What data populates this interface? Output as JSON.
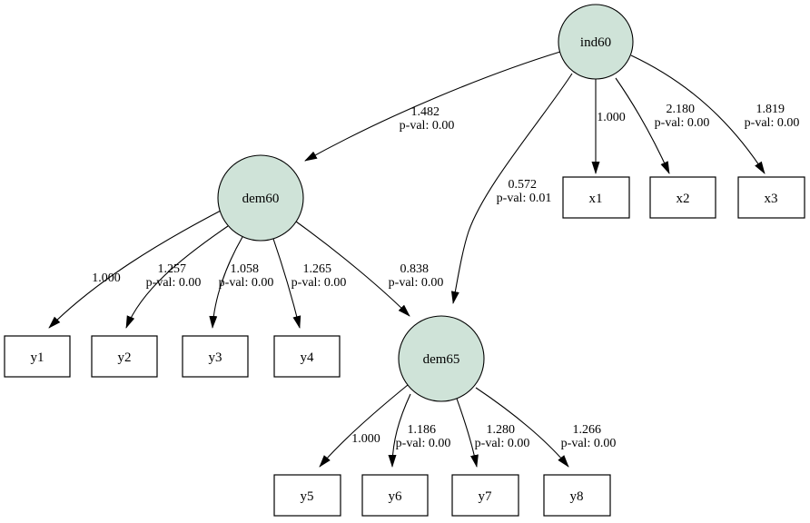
{
  "diagram": {
    "type": "sem-path-diagram",
    "colors": {
      "latent_fill": "#cfe3d8",
      "node_stroke": "#000000",
      "edge_stroke": "#000000",
      "background": "#ffffff"
    },
    "nodes": [
      {
        "id": "ind60",
        "type": "latent",
        "label": "ind60"
      },
      {
        "id": "dem60",
        "type": "latent",
        "label": "dem60"
      },
      {
        "id": "dem65",
        "type": "latent",
        "label": "dem65"
      },
      {
        "id": "x1",
        "type": "observed",
        "label": "x1"
      },
      {
        "id": "x2",
        "type": "observed",
        "label": "x2"
      },
      {
        "id": "x3",
        "type": "observed",
        "label": "x3"
      },
      {
        "id": "y1",
        "type": "observed",
        "label": "y1"
      },
      {
        "id": "y2",
        "type": "observed",
        "label": "y2"
      },
      {
        "id": "y3",
        "type": "observed",
        "label": "y3"
      },
      {
        "id": "y4",
        "type": "observed",
        "label": "y4"
      },
      {
        "id": "y5",
        "type": "observed",
        "label": "y5"
      },
      {
        "id": "y6",
        "type": "observed",
        "label": "y6"
      },
      {
        "id": "y7",
        "type": "observed",
        "label": "y7"
      },
      {
        "id": "y8",
        "type": "observed",
        "label": "y8"
      }
    ],
    "edges": [
      {
        "from": "ind60",
        "to": "dem60",
        "coef": "1.482",
        "pval": "p-val: 0.00"
      },
      {
        "from": "ind60",
        "to": "dem65",
        "coef": "0.572",
        "pval": "p-val: 0.01"
      },
      {
        "from": "ind60",
        "to": "x1",
        "coef": "1.000",
        "pval": ""
      },
      {
        "from": "ind60",
        "to": "x2",
        "coef": "2.180",
        "pval": "p-val: 0.00"
      },
      {
        "from": "ind60",
        "to": "x3",
        "coef": "1.819",
        "pval": "p-val: 0.00"
      },
      {
        "from": "dem60",
        "to": "y1",
        "coef": "1.000",
        "pval": ""
      },
      {
        "from": "dem60",
        "to": "y2",
        "coef": "1.257",
        "pval": "p-val: 0.00"
      },
      {
        "from": "dem60",
        "to": "y3",
        "coef": "1.058",
        "pval": "p-val: 0.00"
      },
      {
        "from": "dem60",
        "to": "y4",
        "coef": "1.265",
        "pval": "p-val: 0.00"
      },
      {
        "from": "dem60",
        "to": "dem65",
        "coef": "0.838",
        "pval": "p-val: 0.00"
      },
      {
        "from": "dem65",
        "to": "y5",
        "coef": "1.000",
        "pval": ""
      },
      {
        "from": "dem65",
        "to": "y6",
        "coef": "1.186",
        "pval": "p-val: 0.00"
      },
      {
        "from": "dem65",
        "to": "y7",
        "coef": "1.280",
        "pval": "p-val: 0.00"
      },
      {
        "from": "dem65",
        "to": "y8",
        "coef": "1.266",
        "pval": "p-val: 0.00"
      }
    ]
  }
}
